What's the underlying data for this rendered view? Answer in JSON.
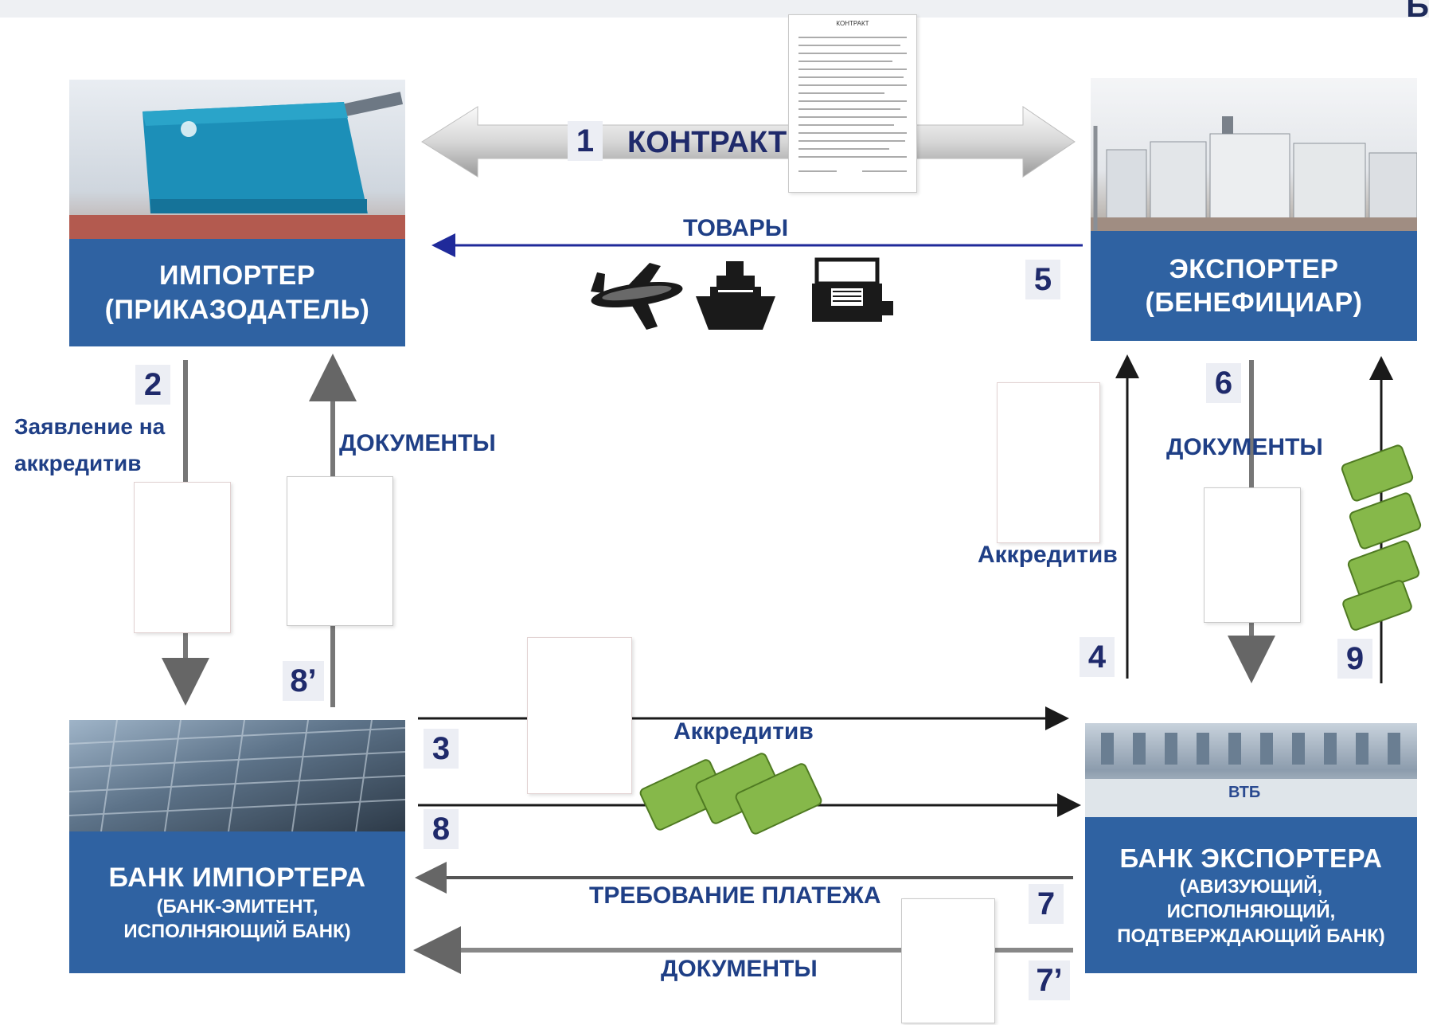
{
  "corner_mark": "Б",
  "contract": {
    "number": "1",
    "label": "КОНТРАКТ",
    "doc_heading": "КОНТРАКТ"
  },
  "goods": {
    "number": "5",
    "label": "ТОВАРЫ",
    "icons": [
      "airplane-icon",
      "ship-icon",
      "truck-icon"
    ]
  },
  "parties": {
    "importer": {
      "title": "ИМПОРТЕР",
      "subtitle": "(ПРИКАЗОДАТЕЛЬ)"
    },
    "exporter": {
      "title": "ЭКСПОРТЕР",
      "subtitle": "(БЕНЕФИЦИАР)"
    },
    "importer_bank": {
      "title": "БАНК ИМПОРТЕРА",
      "subtitle_lines": [
        "(БАНК-ЭМИТЕНТ,",
        "ИСПОЛНЯЮЩИЙ БАНК)"
      ]
    },
    "exporter_bank": {
      "title": "БАНК ЭКСПОРТЕРА",
      "subtitle_lines": [
        "(АВИЗУЮЩИЙ,",
        "ИСПОЛНЯЮЩИЙ,",
        "ПОДТВЕРЖДАЮЩИЙ БАНК)"
      ],
      "sign": "ВТБ"
    }
  },
  "steps": {
    "s2": {
      "number": "2",
      "label_lines": [
        "Заявление на",
        "аккредитив"
      ]
    },
    "s8p": {
      "number": "8’",
      "label": "ДОКУМЕНТЫ"
    },
    "s4": {
      "number": "4",
      "label": "Аккредитив"
    },
    "s6": {
      "number": "6",
      "label": "ДОКУМЕНТЫ"
    },
    "s9": {
      "number": "9"
    },
    "s3": {
      "number": "3",
      "label": "Аккредитив"
    },
    "s8": {
      "number": "8"
    },
    "s7": {
      "number": "7",
      "label": "ТРЕБОВАНИЕ ПЛАТЕЖА"
    },
    "s7p": {
      "number": "7’",
      "label": "ДОКУМЕНТЫ"
    }
  },
  "colors": {
    "box": "#2f62a2",
    "label": "#1f3f86",
    "goods_arrow": "#1f2a9a",
    "money": "#7fb23a"
  }
}
